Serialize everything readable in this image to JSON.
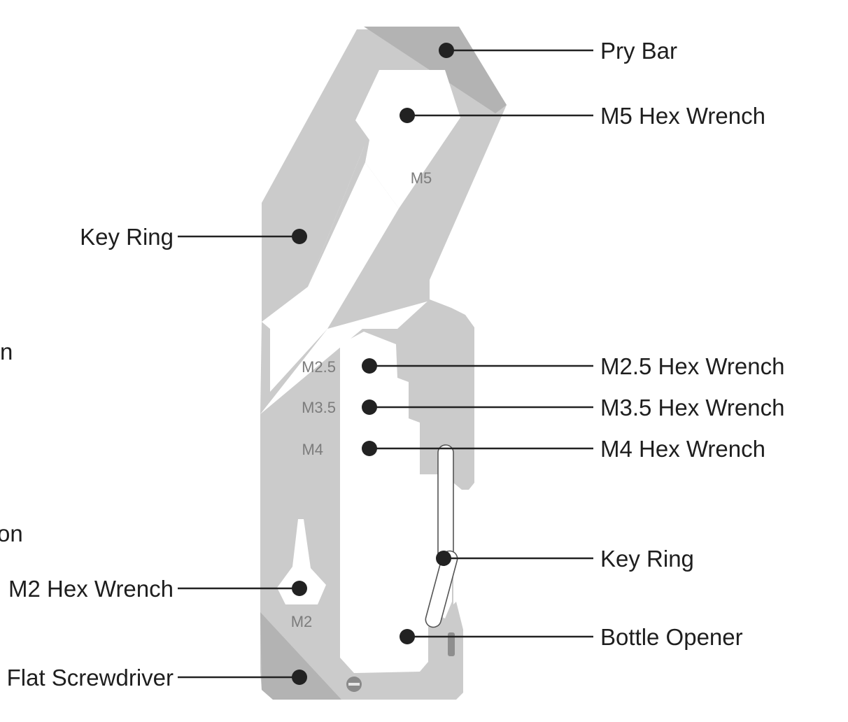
{
  "colors": {
    "tool_body": "#cbcbcb",
    "tool_shade": "#b3b3b3",
    "leader": "#222222",
    "label_text": "#1e1e1e",
    "engraving_text": "#7c7c7c"
  },
  "callouts": {
    "pry_bar": "Pry Bar",
    "m5_hex_wrench": "M5 Hex Wrench",
    "key_ring_upper": "Key Ring",
    "m25_hex_wrench": "M2.5 Hex Wrench",
    "m35_hex_wrench": "M3.5 Hex Wrench",
    "m4_hex_wrench": "M4 Hex Wrench",
    "key_ring_lower": "Key Ring",
    "bottle_opener": "Bottle Opener",
    "m2_hex_wrench": "M2 Hex Wrench",
    "flat_screwdriver": "Flat Screwdriver"
  },
  "engravings": {
    "m5": "M5",
    "m25": "M2.5",
    "m35": "M3.5",
    "m4": "M4",
    "m2": "M2"
  },
  "cropped_text": {
    "fragment_1": "n",
    "fragment_2": "on"
  }
}
